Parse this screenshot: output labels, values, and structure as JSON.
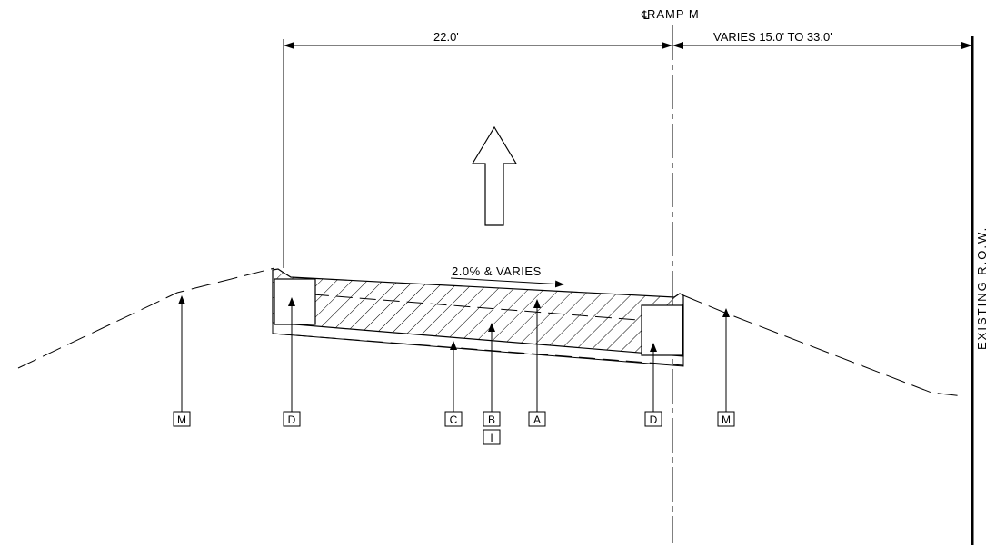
{
  "dimensions": {
    "width_left": "22.0'",
    "width_right": "VARIES 15.0' TO 33.0'"
  },
  "centerline": {
    "symbol": "℄",
    "label": "RAMP M"
  },
  "slope_label": "2.0% & VARIES",
  "row_label": "EXISTING R.O.W.",
  "callouts": {
    "m_left": "M",
    "d_left": "D",
    "c": "C",
    "b": "B",
    "i": "I",
    "a": "A",
    "d_right": "D",
    "m_right": "M"
  }
}
